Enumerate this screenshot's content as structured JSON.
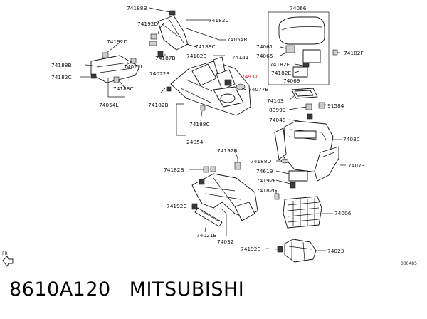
{
  "diagram": {
    "labels": [
      "74188B",
      "74182C",
      "74192D",
      "74054R",
      "74188C",
      "74187B",
      "74182B",
      "74141",
      "74192D",
      "74188B",
      "74022L",
      "74022R",
      "74182C",
      "74188C",
      "74054L",
      "74182B",
      "74188C",
      "24054",
      "74066",
      "74061",
      "74065",
      "74182E",
      "74069",
      "74182F",
      "74077B",
      "74103",
      "83999",
      "91584",
      "74048",
      "74030",
      "74182B",
      "74192B",
      "74188D",
      "74073",
      "74619",
      "74192F",
      "74182G",
      "74006",
      "74192C",
      "74021B",
      "74032",
      "74192E",
      "74023"
    ],
    "highlight_label": "24937",
    "direction_indicator": "FR",
    "drawing_code": "000485"
  },
  "caption": {
    "part_number": "8610A120",
    "brand": "MITSUBISHI"
  }
}
